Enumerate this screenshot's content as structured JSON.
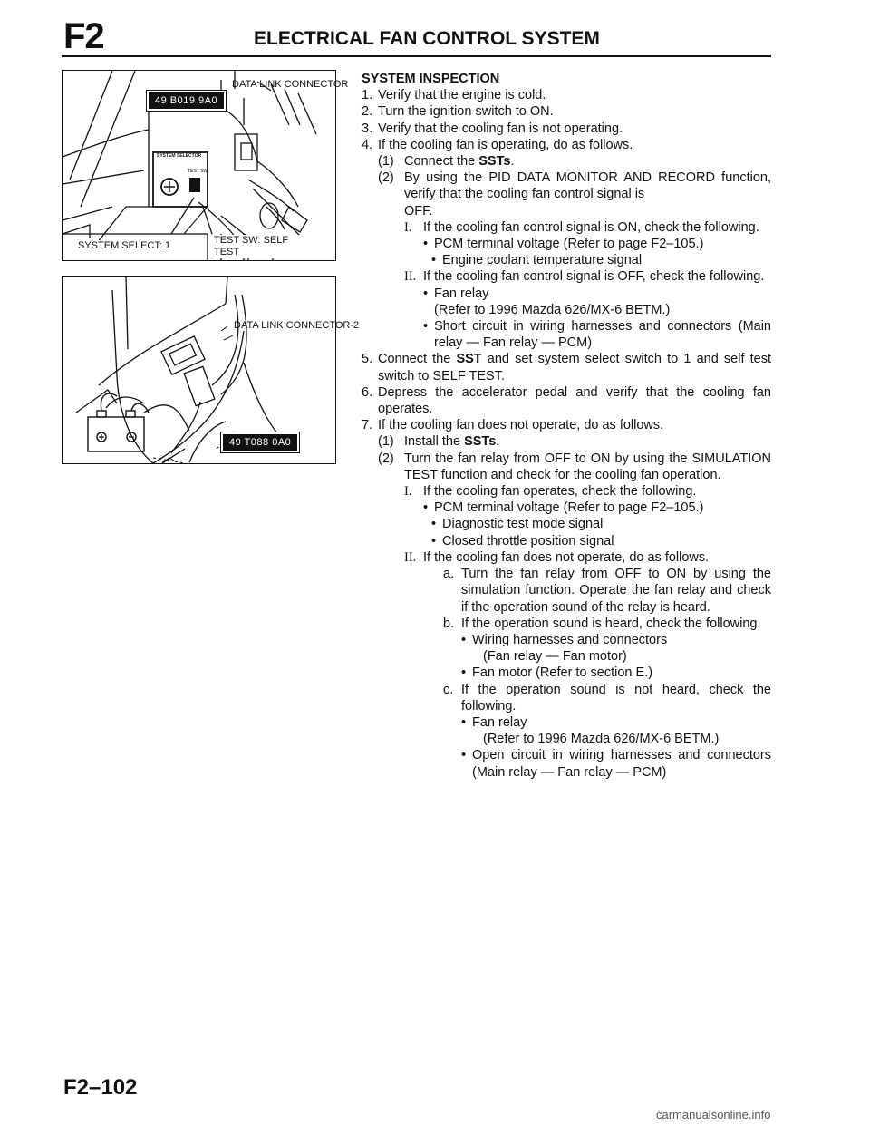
{
  "header": {
    "section_code": "F2",
    "title": "ELECTRICAL FAN CONTROL SYSTEM"
  },
  "figure1": {
    "code": "49 B019 9A0",
    "label_data_link_connector": "DATA LINK CONNECTOR",
    "label_system_select": "SYSTEM SELECT: 1",
    "label_test_sw": "TEST SW: SELF TEST",
    "label_system_selector": "SYSTEM SELECTOR",
    "label_test_sw_small": "TEST SW"
  },
  "figure2": {
    "code": "49 T088 0A0",
    "label_data_link_connector_2": "DATA LINK CONNECTOR-2"
  },
  "inspection": {
    "heading": "SYSTEM INSPECTION",
    "step1": "Verify that the engine is cold.",
    "step2": "Turn the ignition switch to ON.",
    "step3": "Verify that the cooling fan is not operating.",
    "step4": "If the cooling fan is operating, do as follows.",
    "step4_1_prefix": "Connect the ",
    "step4_1_bold": "SSTs",
    "step4_1_suffix": ".",
    "step4_2a": "By using the PID DATA MONITOR AND RECORD function, verify that the cooling fan control signal is",
    "step4_2b": "OFF.",
    "step4_2_I": "If the cooling fan control signal is ON, check the following.",
    "step4_2_I_b1": "PCM terminal voltage (Refer to page F2–105.)",
    "step4_2_I_b2": "Engine coolant temperature signal",
    "step4_2_II": "If the cooling fan control signal is OFF, check the following.",
    "step4_2_II_b1": "Fan relay",
    "step4_2_II_b1_ref": "(Refer to 1996 Mazda 626/MX-6 BETM.)",
    "step4_2_II_b2": "Short circuit in wiring harnesses and connectors (Main relay — Fan relay — PCM)",
    "step5_prefix": "Connect the ",
    "step5_bold": "SST",
    "step5_suffix": " and set system select switch to 1 and self test switch to SELF TEST.",
    "step6": "Depress the accelerator pedal and verify that the cooling fan operates.",
    "step7": "If the cooling fan does not operate, do as follows.",
    "step7_1_prefix": "Install the ",
    "step7_1_bold": "SSTs",
    "step7_1_suffix": ".",
    "step7_2": "Turn the fan relay from OFF to ON by using the SIMULATION TEST function and check for the cooling fan operation.",
    "step7_2_I": "If the cooling fan operates, check the following.",
    "step7_2_I_b1": "PCM terminal voltage (Refer to page F2–105.)",
    "step7_2_I_b2": "Diagnostic test mode signal",
    "step7_2_I_b3": "Closed throttle position signal",
    "step7_2_II": "If the cooling fan does not operate, do as follows.",
    "step7_2_II_a": "Turn the fan relay from OFF to ON by using the simulation function. Operate the fan relay and check if the operation sound of the relay is heard.",
    "step7_2_II_b": "If the operation sound is heard, check the following.",
    "step7_2_II_b_b1": "Wiring harnesses and connectors",
    "step7_2_II_b_b1_ref": "(Fan relay — Fan motor)",
    "step7_2_II_b_b2": "Fan motor (Refer to section E.)",
    "step7_2_II_c": "If the operation sound is not heard, check the following.",
    "step7_2_II_c_b1": "Fan relay",
    "step7_2_II_c_b1_ref": "(Refer to 1996 Mazda 626/MX-6 BETM.)",
    "step7_2_II_c_b2": "Open circuit in wiring harnesses and connectors (Main relay — Fan relay — PCM)"
  },
  "markers": {
    "n1": "1.",
    "n2": "2.",
    "n3": "3.",
    "n4": "4.",
    "n5": "5.",
    "n6": "6.",
    "n7": "7.",
    "p1": "(1)",
    "p2": "(2)",
    "roman1": "I.",
    "roman2": "II.",
    "la": "a.",
    "lb": "b.",
    "lc": "c.",
    "bullet": "•"
  },
  "footer": {
    "page_number": "F2–102",
    "watermark": "carmanualsonline.info"
  }
}
